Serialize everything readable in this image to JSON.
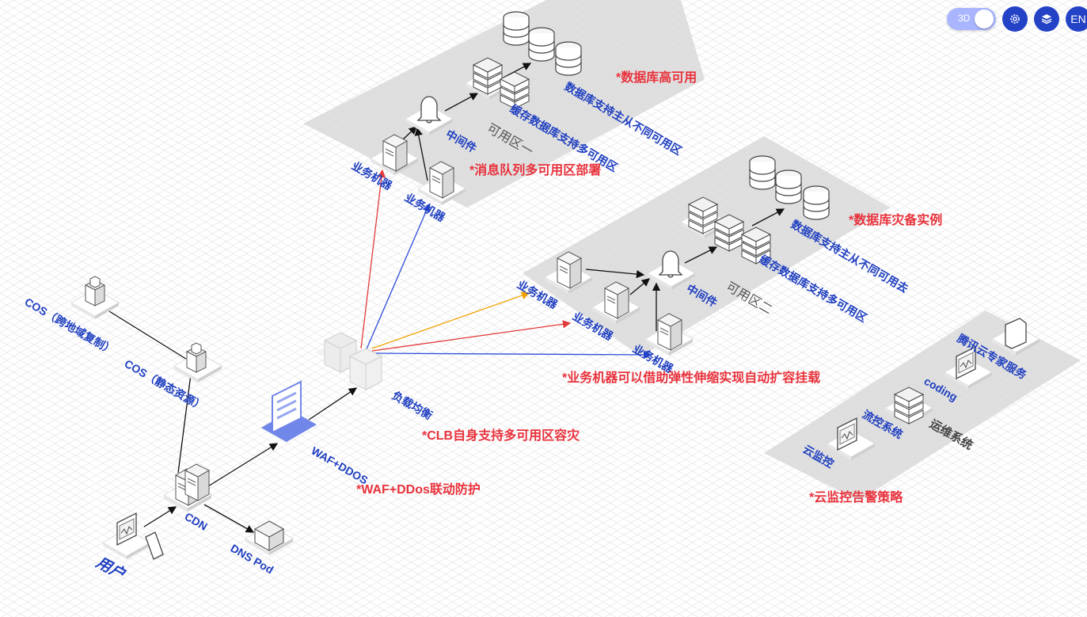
{
  "toolbar": {
    "toggle_label": "3D",
    "lang_label": "EN",
    "settings_icon": "gear-icon",
    "layers_icon": "layers-icon"
  },
  "colors": {
    "label_blue": "#1f3fc0",
    "note_red": "#e8323c",
    "zone_gray": "#d9d9d9",
    "arrow_red": "#e23a3a",
    "arrow_blue": "#2c4bd8",
    "arrow_orange": "#f0a400",
    "arrow_black": "#111111",
    "toolbar_blue": "#2342c6"
  },
  "labels": {
    "user": "用户",
    "cdn": "CDN",
    "dns_pod": "DNS Pod",
    "cos_cross_region": "COS（跨地域复制）",
    "cos_static": "COS（静态资源）",
    "waf": "WAF+DDOS",
    "clb": "负载均衡",
    "zone1": {
      "name": "可用区一",
      "biz_machine_1": "业务机器",
      "biz_machine_2": "业务机器",
      "middleware": "中间件",
      "cache": "缓存数据库支持多可用区",
      "db": "数据库支持主从不同可用区"
    },
    "zone2": {
      "name": "可用区二",
      "biz_machine_1": "业务机器",
      "biz_machine_2": "业务机器",
      "biz_machine_3": "业务机器",
      "middleware": "中间件",
      "cache": "缓存数据库支持多可用区",
      "db": "数据库支持主从不同可用去"
    },
    "ops": {
      "name": "运维系统",
      "cloud_monitor": "云监控",
      "flow_control": "流控系统",
      "coding": "coding",
      "tencent_expert": "腾讯云专家服务"
    }
  },
  "notes": {
    "db_ha": "*数据库高可用",
    "mq_multi_zone": "*消息队列多可用区部署",
    "db_dr": "*数据库灾备实例",
    "autoscale": "*业务机器可以借助弹性伸缩实现自动扩容挂载",
    "clb_dr": "*CLB自身支持多可用区容灾",
    "waf_ddos": "*WAF+DDos联动防护",
    "monitor_alert": "*云监控告警策略"
  }
}
